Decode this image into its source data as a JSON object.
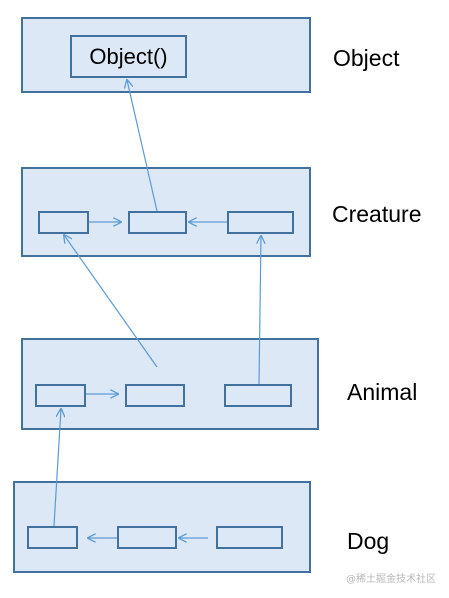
{
  "colors": {
    "box_fill": "#dce8f5",
    "box_stroke": "#41719c",
    "arrow": "#5b9bd5",
    "text": "#000000",
    "watermark": "#b8b8b8"
  },
  "layers": {
    "object": {
      "label": "Object",
      "function_label": "Object()"
    },
    "creature": {
      "label": "Creature"
    },
    "animal": {
      "label": "Animal"
    },
    "dog": {
      "label": "Dog"
    }
  },
  "watermark": "@稀土掘金技术社区"
}
